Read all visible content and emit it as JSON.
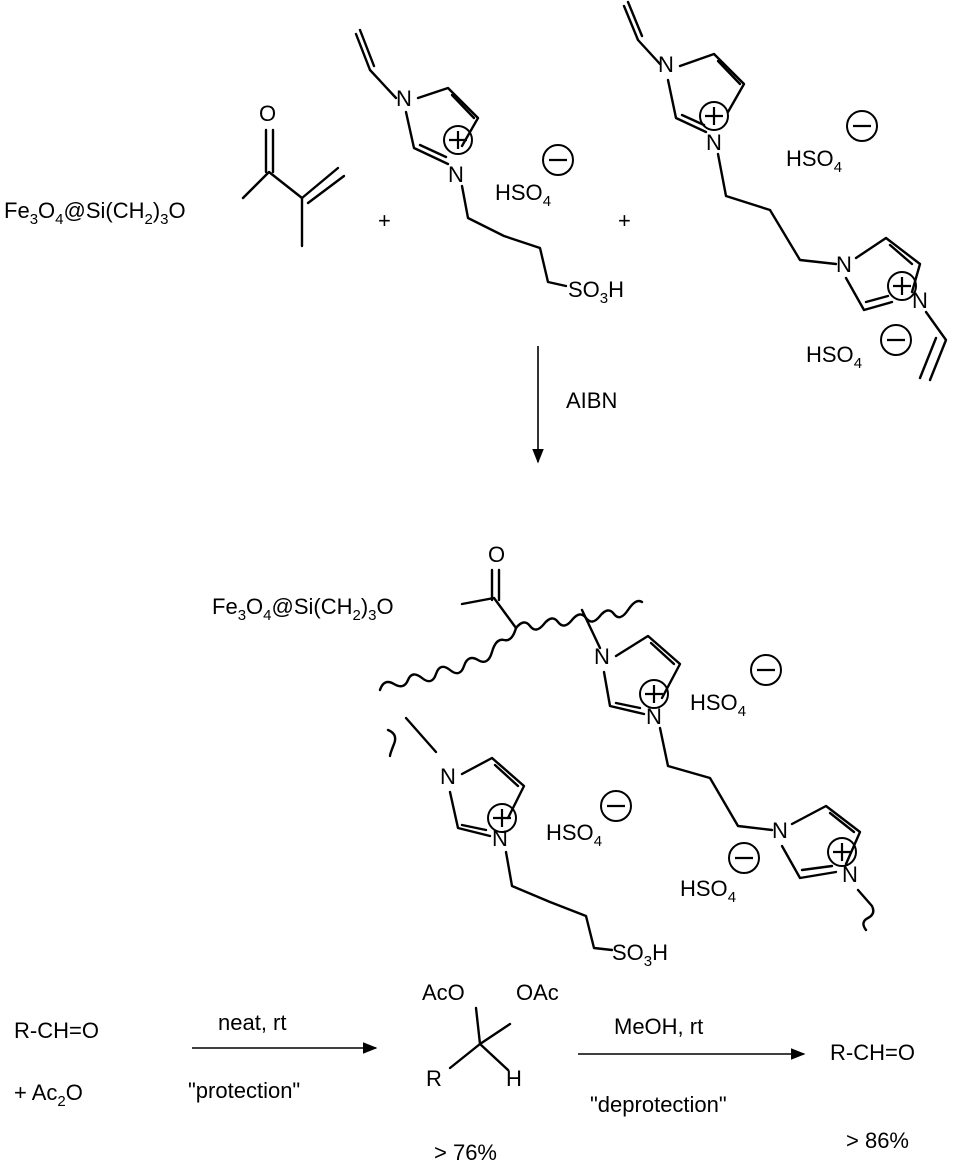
{
  "reactants": {
    "silica_label": "Fe3O4@Si(CH2)3O",
    "silica_parts": [
      "Fe",
      "3",
      "O",
      "4",
      "@Si(CH",
      "2",
      ")",
      "3",
      "O"
    ],
    "carbonyl_O": "O",
    "plus": "+",
    "monomer1": {
      "N1": "N",
      "N3": "N",
      "anion": [
        "HSO",
        "4"
      ],
      "acid": [
        "SO",
        "3",
        "H"
      ]
    },
    "crosslinker": {
      "N": "N",
      "anion": [
        "HSO",
        "4"
      ]
    }
  },
  "arrow1": {
    "reagent": "AIBN"
  },
  "product": {
    "silica_parts": [
      "Fe",
      "3",
      "O",
      "4",
      "@Si(CH",
      "2",
      ")",
      "3",
      "O"
    ],
    "carbonyl_O": "O",
    "N": "N",
    "anion": [
      "HSO",
      "4"
    ],
    "acid": [
      "SO",
      "3",
      "H"
    ]
  },
  "reaction": {
    "aldehyde": "R-CH=O",
    "anhydride": [
      "+ Ac",
      "2",
      "O"
    ],
    "step1_above": "neat, rt",
    "step1_below": "\"protection\"",
    "diacetate": {
      "OAc_left": "AcO",
      "OAc_right": "OAc",
      "R": "R",
      "H": "H"
    },
    "yield1": "> 76%",
    "step2_above": "MeOH, rt",
    "step2_below": "\"deprotection\"",
    "product": "R-CH=O",
    "yield2": "> 86%"
  }
}
